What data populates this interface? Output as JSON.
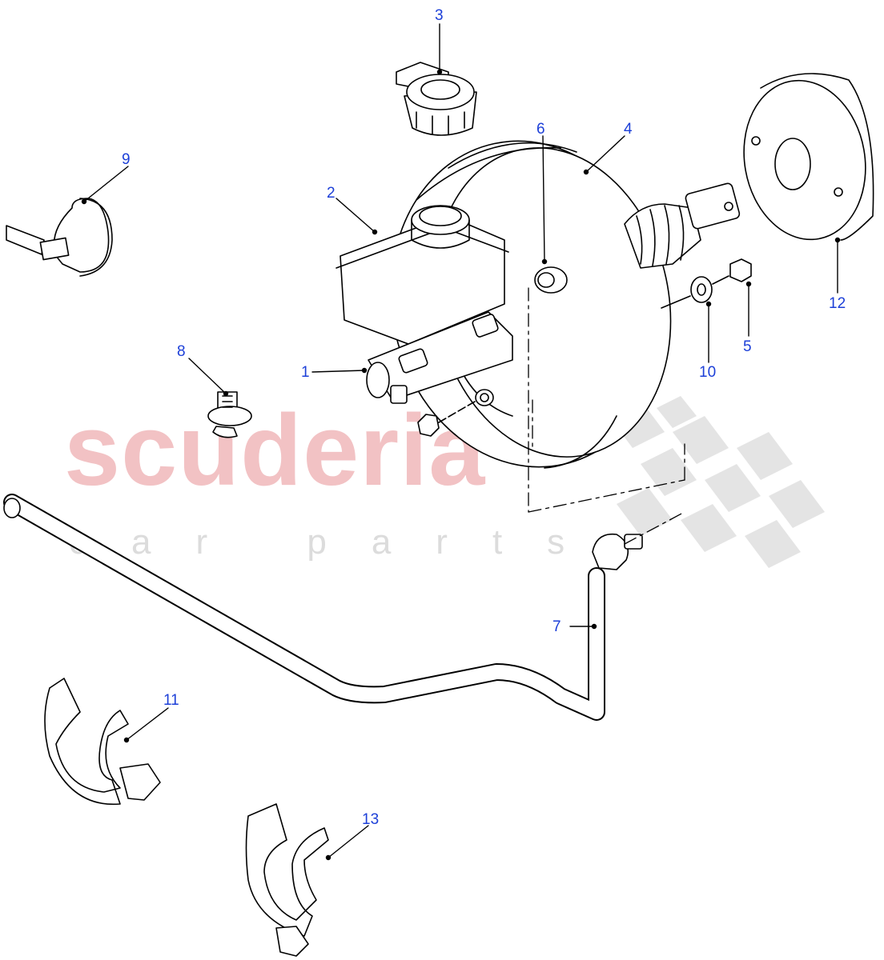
{
  "watermark": {
    "brand": "scuderia",
    "tagline": "car parts"
  },
  "callouts": [
    {
      "id": "1",
      "label": "1"
    },
    {
      "id": "2",
      "label": "2"
    },
    {
      "id": "3",
      "label": "3"
    },
    {
      "id": "4",
      "label": "4"
    },
    {
      "id": "5",
      "label": "5"
    },
    {
      "id": "6",
      "label": "6"
    },
    {
      "id": "7",
      "label": "7"
    },
    {
      "id": "8",
      "label": "8"
    },
    {
      "id": "9",
      "label": "9"
    },
    {
      "id": "10",
      "label": "10"
    },
    {
      "id": "11",
      "label": "11"
    },
    {
      "id": "12",
      "label": "12"
    },
    {
      "id": "13",
      "label": "13"
    }
  ],
  "colors": {
    "callout": "#1c3fd8",
    "line": "#000000",
    "watermark_red": "#f2c2c4",
    "watermark_grey": "#dcdcdc"
  }
}
